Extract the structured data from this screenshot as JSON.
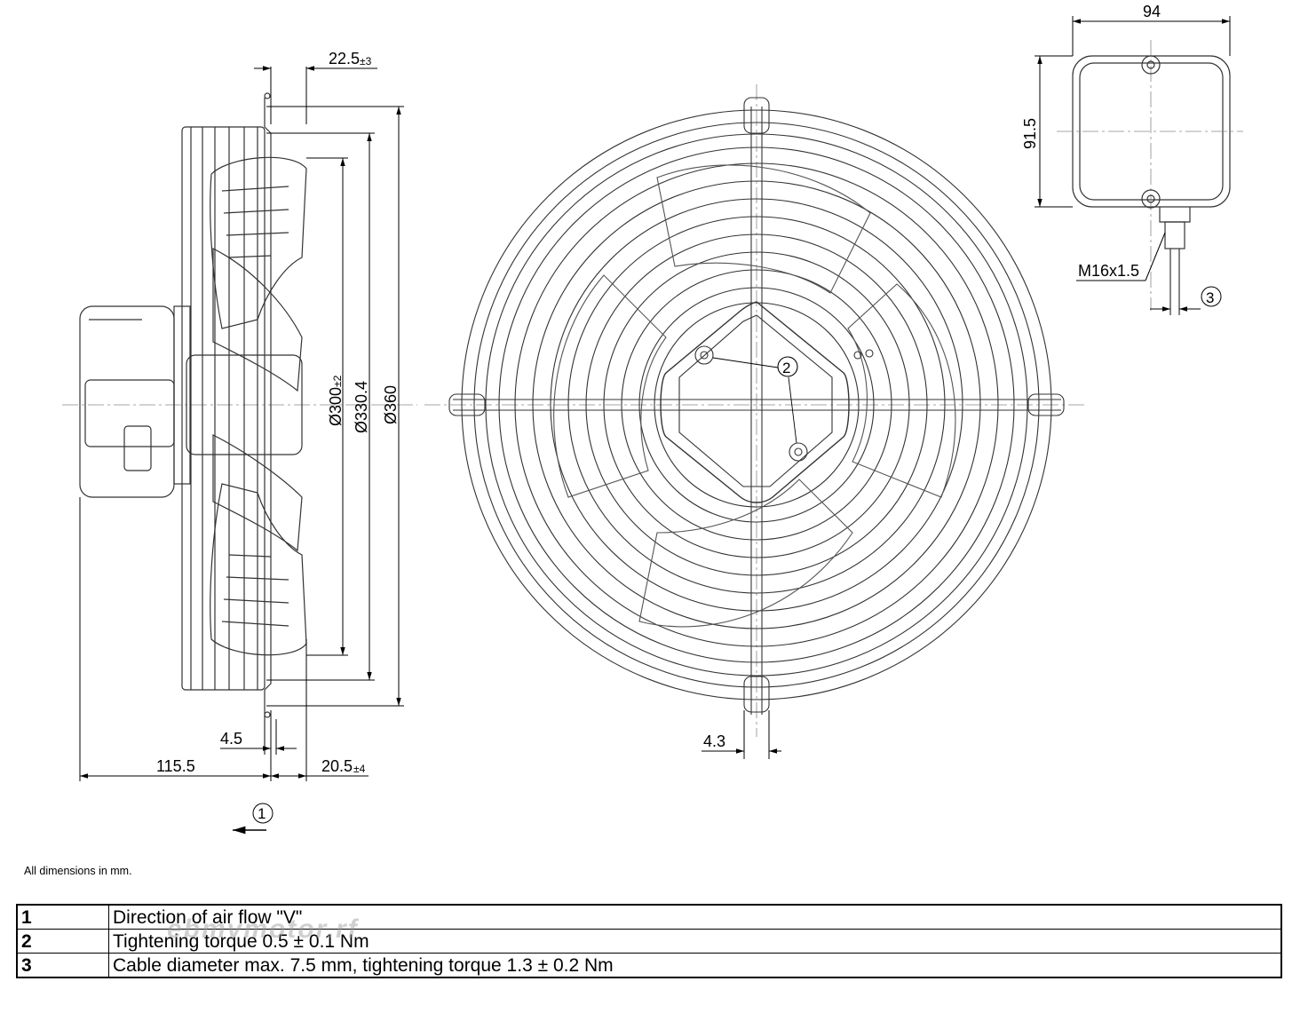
{
  "dimensions": {
    "side_top": "22.5",
    "side_top_tol": "±3",
    "dia_300": "Ø300",
    "dia_300_tol": "±2",
    "dia_330": "Ø330.4",
    "dia_360": "Ø360",
    "side_4_5": "4.5",
    "side_115_5": "115.5",
    "side_20_5": "20.5",
    "side_20_5_tol": "±4",
    "front_4_3": "4.3",
    "box_width": "94",
    "box_height": "91.5",
    "thread": "M16x1.5"
  },
  "callouts": {
    "c1": "1",
    "c2": "2",
    "c3": "3"
  },
  "note": "All dimensions in mm.",
  "legend": [
    {
      "num": "1",
      "text": "Direction of air flow \"V\""
    },
    {
      "num": "2",
      "text": "Tightening torque 0.5 ± 0.1 Nm"
    },
    {
      "num": "3",
      "text": "Cable diameter max. 7.5 mm, tightening torque 1.3 ± 0.2 Nm"
    }
  ],
  "watermark": "ebmvmotor.rf"
}
